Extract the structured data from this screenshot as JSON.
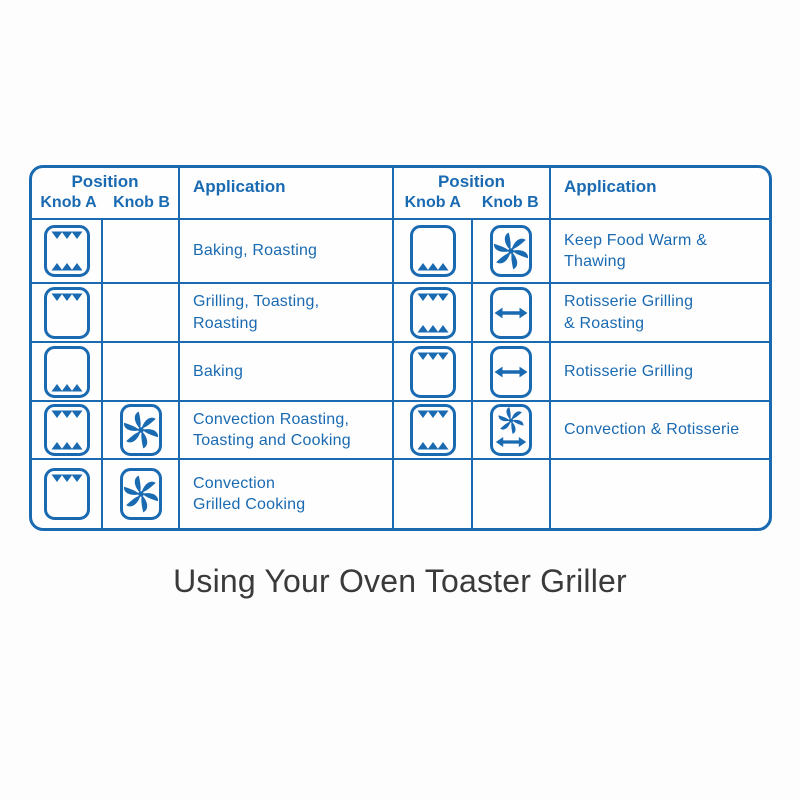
{
  "colors": {
    "accent": "#1a6ab2",
    "title_text": "#3a3a3a",
    "page_background": "#fdfdfd",
    "table_background": "#fefefe"
  },
  "title": "Using Your Oven Toaster Griller",
  "icon_legend": {
    "oven-both": "oven with top and bottom heating elements on",
    "oven-top": "oven with top heating element on",
    "oven-bottom": "oven with bottom heating element on",
    "fan": "convection fan",
    "arrow": "rotisserie left-right arrow",
    "fan-arrow": "convection fan with rotisserie arrow",
    "none": "empty cell"
  },
  "table": {
    "sections": [
      {
        "header": {
          "position": "Position",
          "knob_a": "Knob A",
          "knob_b": "Knob B",
          "application": "Application"
        },
        "rows": [
          {
            "knob_a": "oven-both",
            "knob_b": "none",
            "application": "Baking, Roasting"
          },
          {
            "knob_a": "oven-top",
            "knob_b": "none",
            "application": "Grilling, Toasting,\nRoasting"
          },
          {
            "knob_a": "oven-bottom",
            "knob_b": "none",
            "application": "Baking"
          },
          {
            "knob_a": "oven-both",
            "knob_b": "fan",
            "application": "Convection Roasting,\nToasting and Cooking"
          },
          {
            "knob_a": "oven-top",
            "knob_b": "fan",
            "application": "Convection\nGrilled Cooking"
          }
        ]
      },
      {
        "header": {
          "position": "Position",
          "knob_a": "Knob A",
          "knob_b": "Knob B",
          "application": "Application"
        },
        "rows": [
          {
            "knob_a": "oven-bottom",
            "knob_b": "fan",
            "application": "Keep Food Warm &\nThawing"
          },
          {
            "knob_a": "oven-both",
            "knob_b": "arrow",
            "application": "Rotisserie Grilling\n& Roasting"
          },
          {
            "knob_a": "oven-top",
            "knob_b": "arrow",
            "application": "Rotisserie Grilling"
          },
          {
            "knob_a": "oven-both",
            "knob_b": "fan-arrow",
            "application": "Convection & Rotisserie"
          },
          {
            "knob_a": "none",
            "knob_b": "none",
            "application": ""
          }
        ]
      }
    ]
  }
}
